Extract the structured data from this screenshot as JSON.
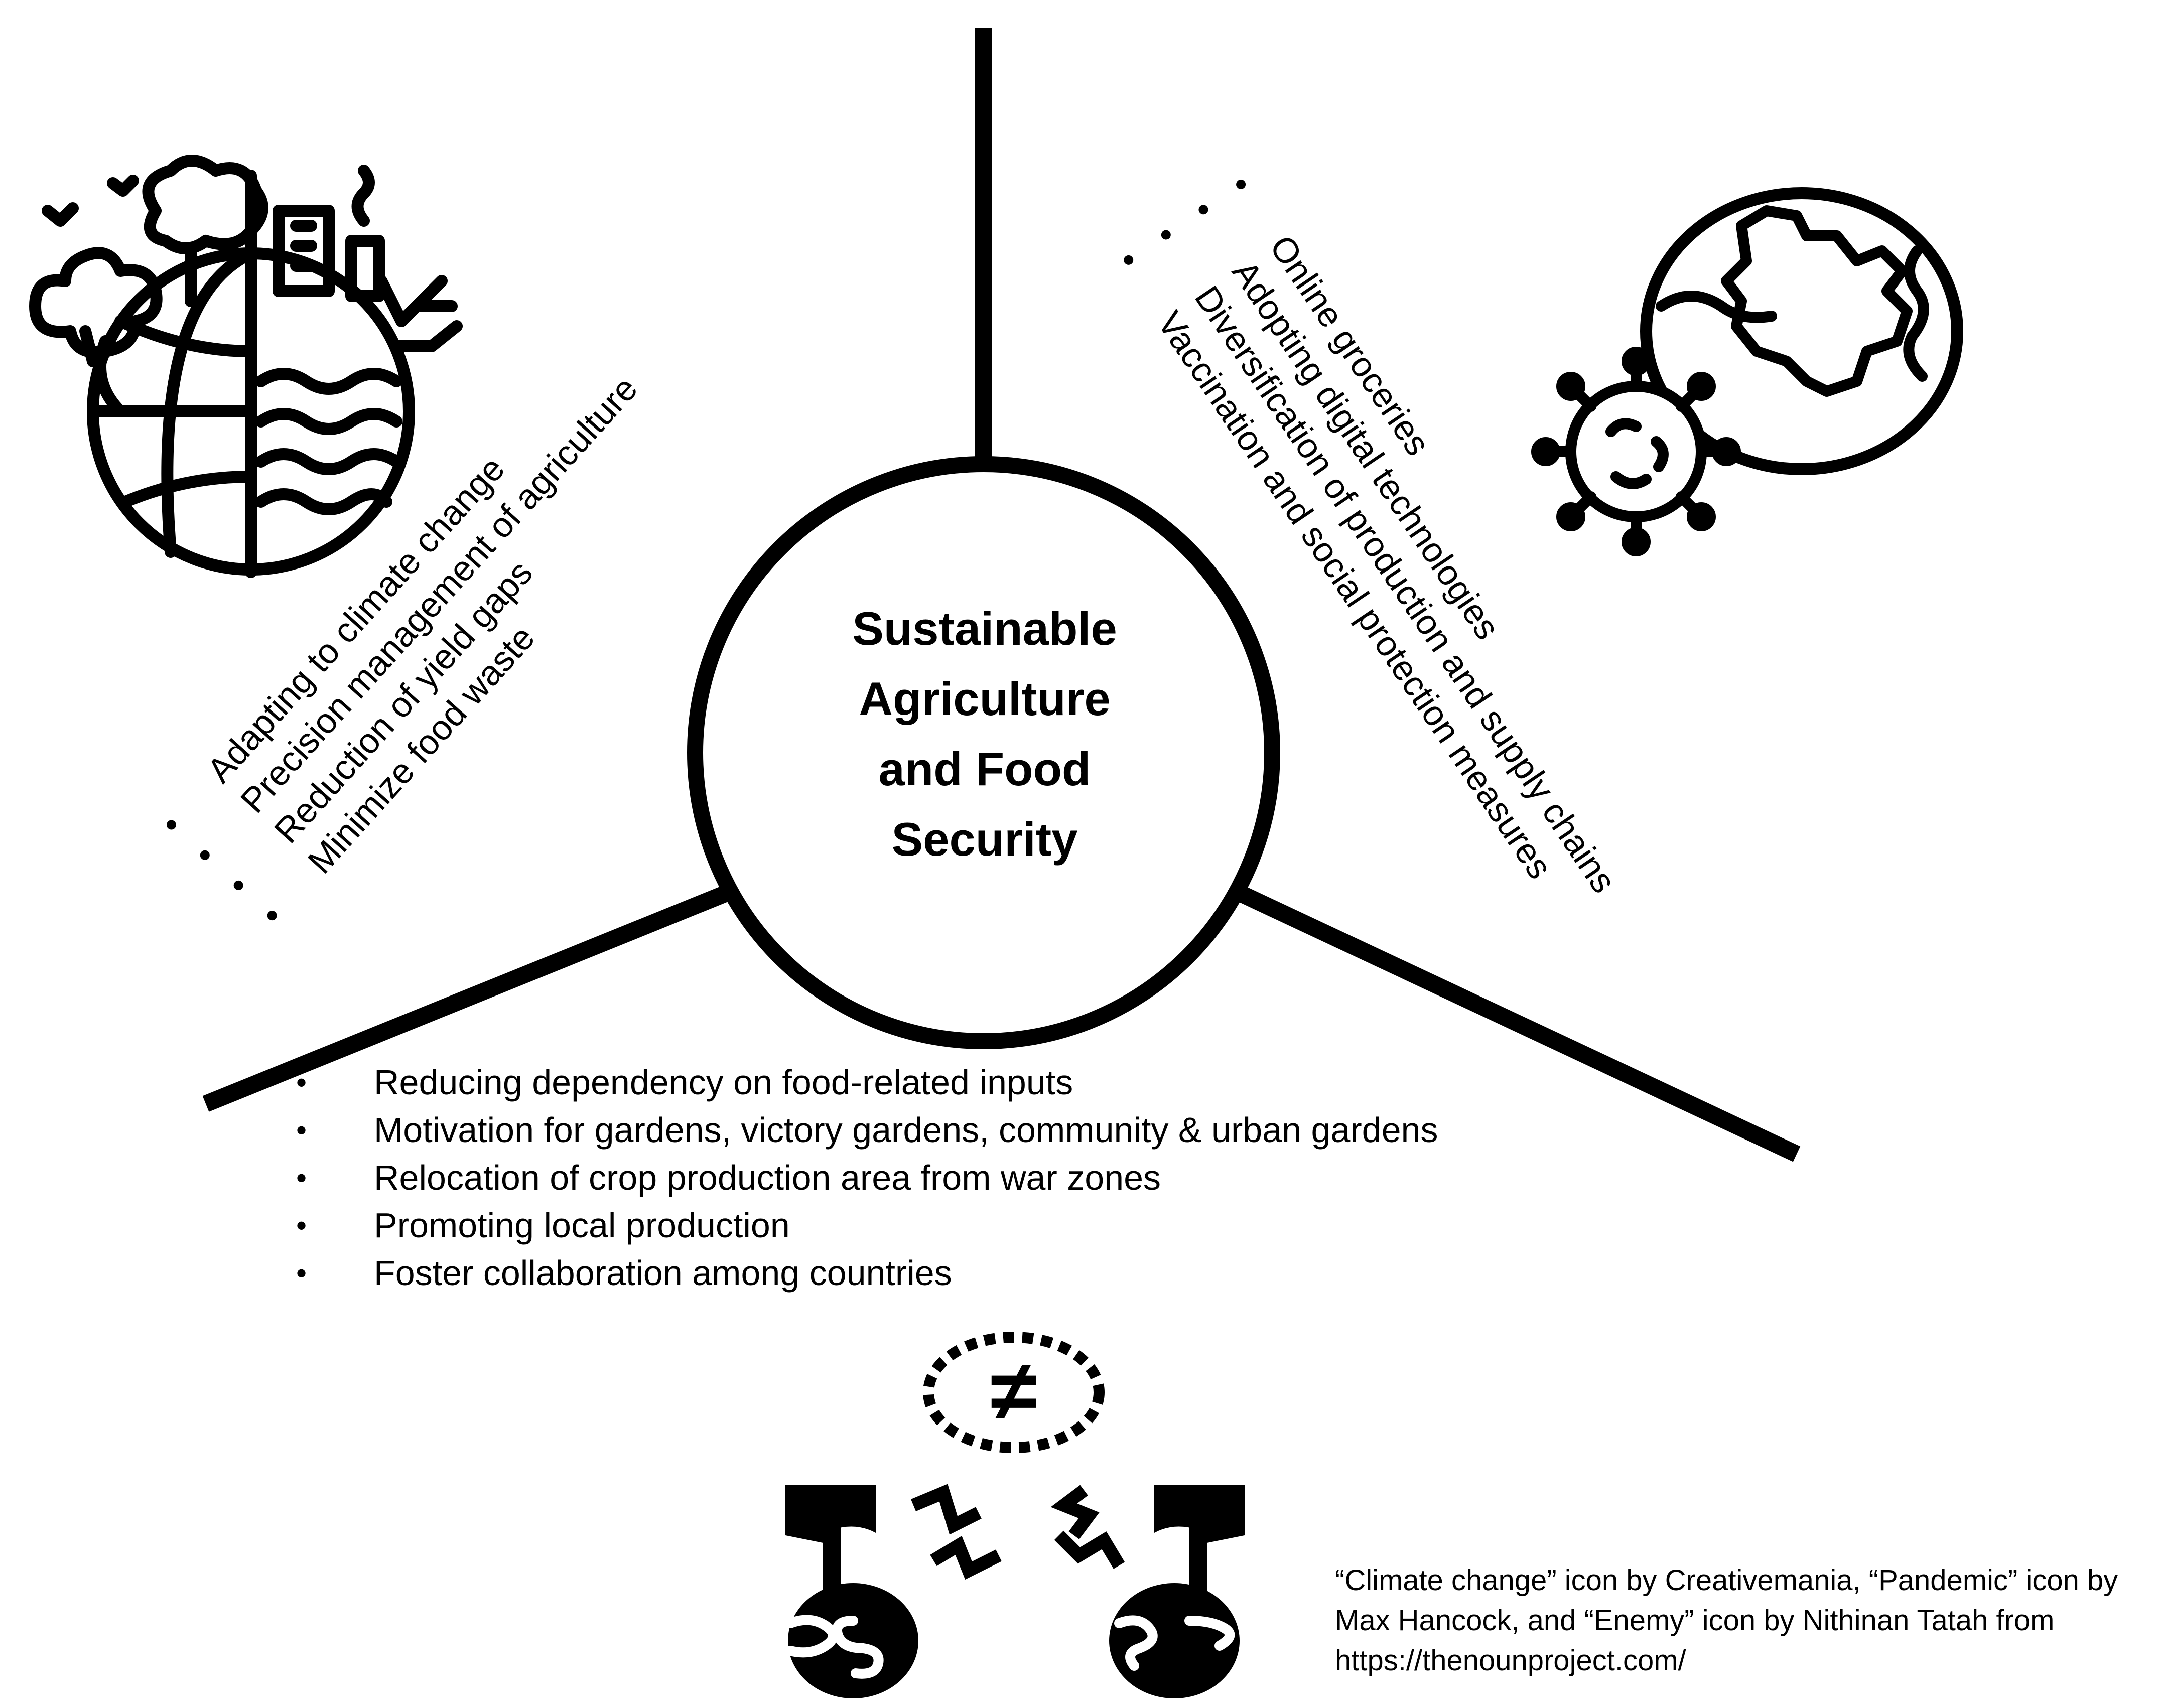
{
  "center": {
    "lines": [
      "Sustainable",
      "Agriculture",
      "and Food",
      "Security"
    ]
  },
  "left_strategies": [
    "Adapting to climate change",
    "Precision management of agriculture",
    "Reduction of yield gaps",
    "Minimize food waste"
  ],
  "right_strategies": [
    "Online groceries",
    "Adopting digital technologies",
    "Diversification of production and supply chains",
    "Vaccination and social protection measures"
  ],
  "bottom_strategies": [
    "Reducing dependency on food-related inputs",
    "Motivation for gardens, victory gardens, community & urban gardens",
    "Relocation of crop production area from war zones",
    "Promoting local production",
    "Foster collaboration among countries"
  ],
  "bullet_symbol": "•",
  "icons": {
    "top_left": "climate-change-icon",
    "top_right": "pandemic-icon",
    "bottom": "enemy-icon",
    "bottom_glyph": "≠"
  },
  "attribution": {
    "lines": [
      "“Climate change” icon by Creativemania, “Pandemic” icon by",
      "Max Hancock, and “Enemy” icon by Nithinan Tatah from",
      "https://thenounproject.com/"
    ]
  }
}
